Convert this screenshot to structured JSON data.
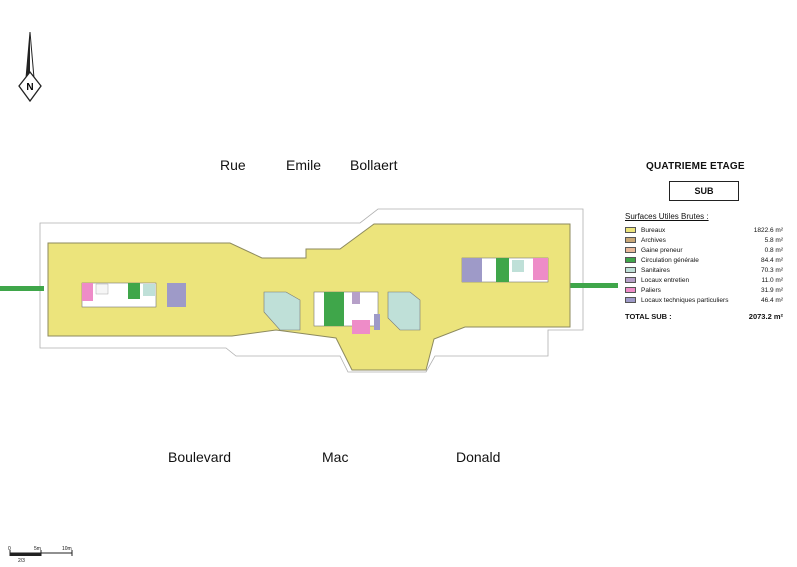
{
  "compass": {
    "letter": "N",
    "icon": "north-arrow-icon"
  },
  "streets": {
    "top": [
      "Rue",
      "Emile",
      "Bollaert"
    ],
    "bottom": [
      "Boulevard",
      "Mac",
      "Donald"
    ]
  },
  "legend": {
    "title": "QUATRIEME ETAGE",
    "subtitle": "SUB",
    "heading": "Surfaces Utiles Brutes :",
    "rows": [
      {
        "label": "Bureaux",
        "value": "1822.6 m²",
        "color": "#ece47c"
      },
      {
        "label": "Archives",
        "value": "5.8 m²",
        "color": "#c9a878"
      },
      {
        "label": "Gaine preneur",
        "value": "0.8 m²",
        "color": "#e8b89a"
      },
      {
        "label": "Circulation générale",
        "value": "84.4 m²",
        "color": "#3fa64a"
      },
      {
        "label": "Sanitaires",
        "value": "70.3 m²",
        "color": "#bfe0d8"
      },
      {
        "label": "Locaux entretien",
        "value": "11.0 m²",
        "color": "#b6a0c8"
      },
      {
        "label": "Paliers",
        "value": "31.9 m²",
        "color": "#ee8cc8"
      },
      {
        "label": "Locaux techniques particuliers",
        "value": "46.4 m²",
        "color": "#9e9ac8"
      }
    ],
    "total_label": "TOTAL SUB :",
    "total_value": "2073.2 m²"
  },
  "scale": {
    "labels": [
      "0",
      "5m",
      "10m"
    ],
    "sublabel": "2/3"
  },
  "colors": {
    "bureaux": "#ece47c",
    "circulation": "#3fa64a",
    "sanitaires": "#bfe0d8",
    "paliers": "#ee8cc8",
    "techniques": "#9e9ac8",
    "outline": "#9a9a9a"
  }
}
